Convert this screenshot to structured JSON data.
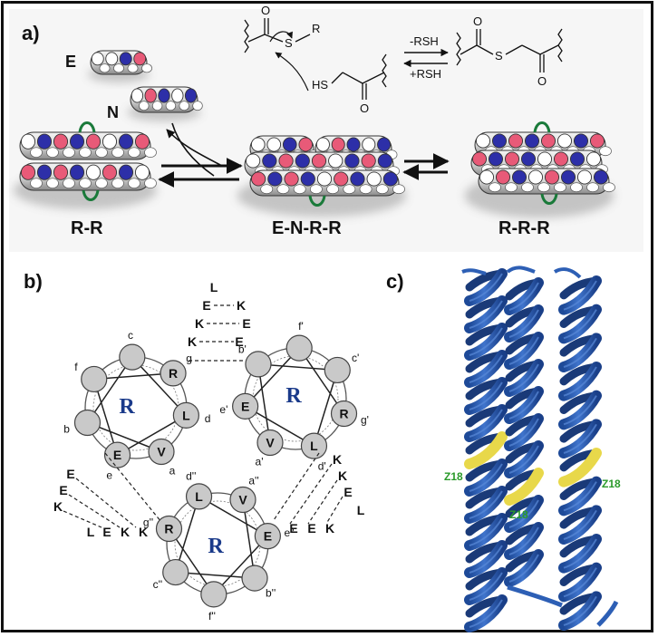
{
  "panels": {
    "a": "a)",
    "b": "b)",
    "c": "c)"
  },
  "panel_a": {
    "E": "E",
    "N": "N",
    "species": [
      "R-R",
      "E-N-R-R",
      "R-R-R"
    ],
    "reaction": {
      "minus": "-RSH",
      "plus": "+RSH",
      "S1": "S",
      "R": "R",
      "HS": "HS",
      "O1": "O",
      "O2": "O",
      "O3": "O",
      "O4": "O",
      "S2": "S"
    }
  },
  "panel_b": {
    "helix_label": "R",
    "helix1": {
      "positions": {
        "c": "c",
        "f": "f",
        "b": "b",
        "g": "g",
        "d": "d",
        "a": "a",
        "e": "e"
      },
      "residues": {
        "R": "R",
        "L": "L",
        "V": "V",
        "E": "E"
      }
    },
    "helix2": {
      "positions": {
        "b": "b'",
        "f": "f'",
        "c": "c'",
        "e": "e'",
        "a": "a'",
        "d": "d'",
        "g": "g'"
      },
      "residues": {
        "E": "E",
        "V": "V",
        "L": "L",
        "R": "R"
      }
    },
    "helix3": {
      "positions": {
        "d": "d''",
        "a": "a''",
        "g": "g''",
        "e": "e''",
        "c": "c''",
        "b": "b''",
        "f": "f''"
      },
      "residues": {
        "L": "L",
        "V": "V",
        "R": "R",
        "E": "E"
      }
    },
    "top_ladder": [
      "L",
      "E",
      "K",
      "K",
      "E",
      "K",
      "E"
    ],
    "left_ladder": [
      "E",
      "E",
      "K",
      "L",
      "E",
      "K",
      "K"
    ],
    "right_ladder": [
      "K",
      "K",
      "E",
      "L",
      "E",
      "E",
      "K"
    ]
  },
  "panel_c": {
    "labels": [
      "Z18",
      "Z18",
      "Z18"
    ]
  },
  "colors": {
    "red_bead": "#e85a78",
    "blue_bead": "#2d2fa8",
    "linker": "#1a7a3a",
    "ribbon": "#2d5fb5",
    "ribbon_hi": "#5a8ad8",
    "yellow": "#e8d84a",
    "helix_text": "#1a3a8a"
  }
}
